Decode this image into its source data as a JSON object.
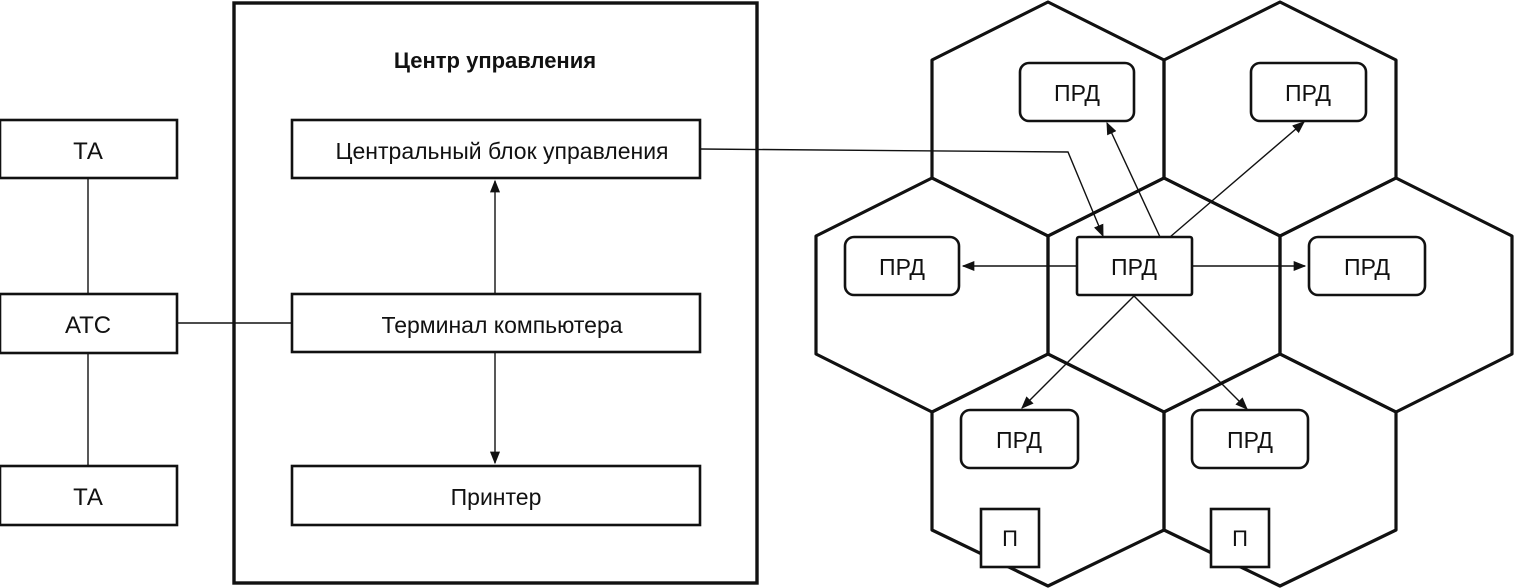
{
  "left_blocks": {
    "ta_top": "ТА",
    "ats": "АТС",
    "ta_bottom": "ТА"
  },
  "control_center": {
    "title": "Центр управления",
    "central_unit": "Центральный блок управления",
    "terminal": "Терминал компьютера",
    "printer": "Принтер"
  },
  "cells": {
    "transmitter": "ПРД",
    "receiver": "П"
  }
}
